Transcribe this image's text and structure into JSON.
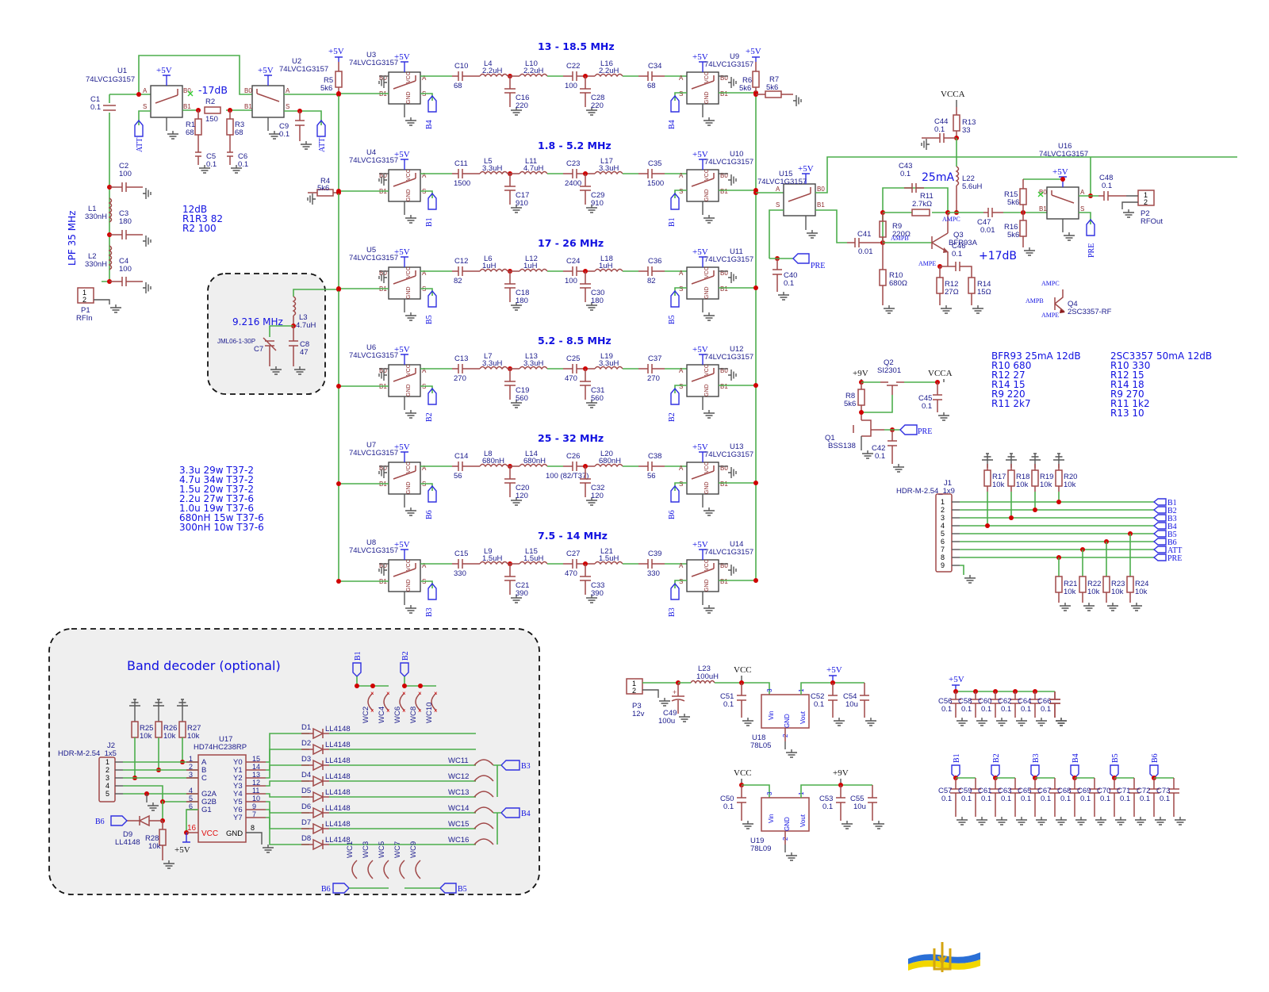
{
  "title_blocks": {
    "lpf_label": "LPF 35 MHz",
    "attenuator_label": "-17dB",
    "att_note": [
      "12dB",
      "R1R3  82",
      "R2     100"
    ],
    "trap_label": "9.216 MHz",
    "amp_current": "25mA",
    "amp_gain": "+17dB",
    "band_decoder_title": "Band decoder (optional)"
  },
  "bands": [
    {
      "label": "13 - 18.5 MHz",
      "in_sw": "U3",
      "out_sw": "U9",
      "ctl": "B4",
      "c_in": [
        "C10",
        "68"
      ],
      "l1": [
        "L4",
        "2.2uH"
      ],
      "c_sh1": [
        "C16",
        "220"
      ],
      "l2": [
        "L10",
        "2.2uH"
      ],
      "c_mid": [
        "C22",
        "100"
      ],
      "c_sh2": [
        "C28",
        "220"
      ],
      "l3": [
        "L16",
        "2.2uH"
      ],
      "c_out": [
        "C34",
        "68"
      ]
    },
    {
      "label": "1.8 - 5.2 MHz",
      "in_sw": "U4",
      "out_sw": "U10",
      "ctl": "B1",
      "c_in": [
        "C11",
        "1500"
      ],
      "l1": [
        "L5",
        "3.3uH"
      ],
      "c_sh1": [
        "C17",
        "910"
      ],
      "l2": [
        "L11",
        "4.7uH"
      ],
      "c_mid": [
        "C23",
        "2400"
      ],
      "c_sh2": [
        "C29",
        "910"
      ],
      "l3": [
        "L17",
        "3.3uH"
      ],
      "c_out": [
        "C35",
        "1500"
      ]
    },
    {
      "label": "17 - 26 MHz",
      "in_sw": "U5",
      "out_sw": "U11",
      "ctl": "B5",
      "c_in": [
        "C12",
        "82"
      ],
      "l1": [
        "L6",
        "1uH"
      ],
      "c_sh1": [
        "C18",
        "180"
      ],
      "l2": [
        "L12",
        "1uH"
      ],
      "c_mid": [
        "C24",
        "100"
      ],
      "c_sh2": [
        "C30",
        "180"
      ],
      "l3": [
        "L18",
        "1uH"
      ],
      "c_out": [
        "C36",
        "82"
      ]
    },
    {
      "label": "5.2 - 8.5 MHz",
      "in_sw": "U6",
      "out_sw": "U12",
      "ctl": "B2",
      "c_in": [
        "C13",
        "270"
      ],
      "l1": [
        "L7",
        "3.3uH"
      ],
      "c_sh1": [
        "C19",
        "560"
      ],
      "l2": [
        "L13",
        "3.3uH"
      ],
      "c_mid": [
        "C25",
        "470"
      ],
      "c_sh2": [
        "C31",
        "560"
      ],
      "l3": [
        "L19",
        "3.3uH"
      ],
      "c_out": [
        "C37",
        "270"
      ]
    },
    {
      "label": "25 - 32 MHz",
      "in_sw": "U7",
      "out_sw": "U13",
      "ctl": "B6",
      "c_in": [
        "C14",
        "56"
      ],
      "l1": [
        "L8",
        "680nH"
      ],
      "c_sh1": [
        "C20",
        "120"
      ],
      "l2": [
        "L14",
        "680nH"
      ],
      "c_mid": [
        "C26",
        "100 (82/T37)"
      ],
      "c_sh2": [
        "C32",
        "120"
      ],
      "l3": [
        "L20",
        "680nH"
      ],
      "c_out": [
        "C38",
        "56"
      ]
    },
    {
      "label": "7.5 - 14 MHz",
      "in_sw": "U8",
      "out_sw": "U14",
      "ctl": "B3",
      "c_in": [
        "C15",
        "330"
      ],
      "l1": [
        "L9",
        "1.5uH"
      ],
      "c_sh1": [
        "C21",
        "390"
      ],
      "l2": [
        "L15",
        "1.5uH"
      ],
      "c_mid": [
        "C27",
        "470"
      ],
      "c_sh2": [
        "C33",
        "390"
      ],
      "l3": [
        "L21",
        "1.5uH"
      ],
      "c_out": [
        "C39",
        "330"
      ]
    }
  ],
  "switch_part": "74LVC1G3157",
  "pins": {
    "a": "A",
    "b0": "B0",
    "b1": "B1",
    "s": "S",
    "vcc": "VCC",
    "gnd": "GND"
  },
  "power": {
    "p5": "+5V",
    "p9": "+9V",
    "vcc": "VCC",
    "vcca": "VCCA"
  },
  "input_section": {
    "u1": "U1",
    "u2": "U2",
    "c1": [
      "C1",
      "0.1"
    ],
    "c2": [
      "C2",
      "100"
    ],
    "c3": [
      "C3",
      "180"
    ],
    "c4": [
      "C4",
      "100"
    ],
    "l1": [
      "L1",
      "330nH"
    ],
    "l2": [
      "L2",
      "330nH"
    ],
    "r1": [
      "R1",
      "68"
    ],
    "r2": [
      "R2",
      "150"
    ],
    "r3": [
      "R3",
      "68"
    ],
    "c5": [
      "C5",
      "0.1"
    ],
    "c6": [
      "C6",
      "0.1"
    ],
    "c9": [
      "C9",
      "0.1"
    ],
    "r4": [
      "R4",
      "5k6"
    ],
    "r5": [
      "R5",
      "5k6"
    ],
    "p1": [
      "P1",
      "RFIn"
    ],
    "att": "ATT"
  },
  "trap": {
    "l3": [
      "L3",
      "4.7uH"
    ],
    "c7": [
      "C7",
      "JML06-1-30P"
    ],
    "c8": [
      "C8",
      "47"
    ]
  },
  "output_section": {
    "r6": [
      "R6",
      "5k6"
    ],
    "r7": [
      "R7",
      "5k6"
    ],
    "u15": "U15",
    "u16": "U16",
    "c40": [
      "C40",
      "0.1"
    ],
    "c41": [
      "C41",
      "0.01"
    ],
    "c43": [
      "C43",
      "0.1"
    ],
    "c44": [
      "C44",
      "0.1"
    ],
    "c46": [
      "C46",
      "0.1"
    ],
    "c47": [
      "C47",
      "0.01"
    ],
    "c48": [
      "C48",
      "0.1"
    ],
    "r9": [
      "R9",
      "220Ω"
    ],
    "r10": [
      "R10",
      "680Ω"
    ],
    "r11": [
      "R11",
      "2.7kΩ"
    ],
    "r12": [
      "R12",
      "27Ω"
    ],
    "r13": [
      "R13",
      "33"
    ],
    "r14": [
      "R14",
      "15Ω"
    ],
    "r15": [
      "R15",
      "5k6"
    ],
    "r16": [
      "R16",
      "5k6"
    ],
    "l22": [
      "L22",
      "5.6uH"
    ],
    "q3": [
      "Q3",
      "BFR93A"
    ],
    "q4": [
      "Q4",
      "2SC3357-RF"
    ],
    "p2": [
      "P2",
      "RFOut"
    ],
    "pre": "PRE",
    "ampb": "AMPB",
    "ampc": "AMPC",
    "ampe": "AMPE"
  },
  "pre_switch": {
    "q1": [
      "Q1",
      "BSS138"
    ],
    "q2": [
      "Q2",
      "SI2301"
    ],
    "r8": [
      "R8",
      "5k6"
    ],
    "c42": [
      "C42",
      "0.1"
    ],
    "c45": [
      "C45",
      "0.1"
    ]
  },
  "bias_tables": [
    {
      "title": "BFR93 25mA 12dB",
      "rows": [
        "R10  680",
        "R12  27",
        "R14  15",
        "R9    220",
        "R11  2k7"
      ]
    },
    {
      "title": "2SC3357 50mA 12dB",
      "rows": [
        "R10  330",
        "R12  15",
        "R14  18",
        "R9    270",
        "R11  1k2",
        "R13  10"
      ]
    }
  ],
  "coil_table": [
    "3.3u 29w T37-2",
    "4.7u 34w T37-2",
    "1.5u 20w T37-2",
    "2.2u 27w T37-6",
    "1.0u 19w T37-6",
    "680nH 15w T37-6",
    "300nH 10w T37-6"
  ],
  "connector_j1": {
    "ref": "J1",
    "part": "HDR-M-2.54_1x9",
    "pins": [
      "1",
      "2",
      "3",
      "4",
      "5",
      "6",
      "7",
      "8",
      "9"
    ],
    "nets": [
      "B1",
      "B2",
      "B3",
      "B4",
      "B5",
      "B6",
      "ATT",
      "PRE"
    ],
    "pullups": [
      [
        "R17",
        "10k"
      ],
      [
        "R18",
        "10k"
      ],
      [
        "R19",
        "10k"
      ],
      [
        "R20",
        "10k"
      ]
    ],
    "pulldowns": [
      [
        "R21",
        "10k"
      ],
      [
        "R22",
        "10k"
      ],
      [
        "R23",
        "10k"
      ],
      [
        "R24",
        "10k"
      ]
    ]
  },
  "decoder": {
    "j2": [
      "J2",
      "HDR-M-2.54_1x5"
    ],
    "j2_pins": [
      "1",
      "2",
      "3",
      "4",
      "5"
    ],
    "u17": [
      "U17",
      "HD74HC238RP"
    ],
    "in_pins": [
      [
        "1",
        "A"
      ],
      [
        "2",
        "B"
      ],
      [
        "3",
        "C"
      ],
      [
        "4",
        "G2A"
      ],
      [
        "5",
        "G2B"
      ],
      [
        "6",
        "G1"
      ]
    ],
    "out_pins": [
      [
        "15",
        "Y0"
      ],
      [
        "14",
        "Y1"
      ],
      [
        "13",
        "Y2"
      ],
      [
        "12",
        "Y3"
      ],
      [
        "11",
        "Y4"
      ],
      [
        "10",
        "Y5"
      ],
      [
        "9",
        "Y6"
      ],
      [
        "7",
        "Y7"
      ]
    ],
    "vcc_pin": [
      "16",
      "VCC"
    ],
    "gnd_pin": [
      "8",
      "GND"
    ],
    "pullups": [
      [
        "R25",
        "10k"
      ],
      [
        "R26",
        "10k"
      ],
      [
        "R27",
        "10k"
      ]
    ],
    "r28": [
      "R28",
      "10k"
    ],
    "d9": [
      "D9",
      "LL4148"
    ],
    "b6": "B6",
    "diodes": [
      "D1",
      "D2",
      "D3",
      "D4",
      "D5",
      "D6",
      "D7",
      "D8"
    ],
    "diode_part": "LL4148",
    "jumpers_top": [
      "WC2",
      "WC4",
      "WC6",
      "WC8",
      "WC10"
    ],
    "jumpers_right": [
      "WC11",
      "WC12",
      "WC13",
      "WC14",
      "WC15",
      "WC16"
    ],
    "jumpers_bottom": [
      "WC1",
      "WC3",
      "WC5",
      "WC7",
      "WC9"
    ],
    "ports": [
      "B1",
      "B2",
      "B3",
      "B4",
      "B5",
      "B6"
    ]
  },
  "supply": {
    "p3": [
      "P3",
      "12v"
    ],
    "l23": [
      "L23",
      "100uH"
    ],
    "c49": [
      "C49",
      "100u"
    ],
    "c51": [
      "C51",
      "0.1"
    ],
    "c52": [
      "C52",
      "0.1"
    ],
    "c54": [
      "C54",
      "10u"
    ],
    "c50": [
      "C50",
      "0.1"
    ],
    "c53": [
      "C53",
      "0.1"
    ],
    "c55": [
      "C55",
      "10u"
    ],
    "u18": [
      "U18",
      "78L05"
    ],
    "u19": [
      "U19",
      "78L09"
    ],
    "vin": "Vin",
    "vout": "Vout",
    "gnd": "GND",
    "pin1": "1",
    "pin2": "2",
    "pin3": "3"
  },
  "decoupling_5v": {
    "caps": [
      "C56",
      "C58",
      "C60",
      "C62",
      "C64",
      "C66"
    ],
    "value": "0.1"
  },
  "decoupling_bands": {
    "ports": [
      "B1",
      "B2",
      "B3",
      "B4",
      "B5",
      "B6"
    ],
    "caps": [
      "C57",
      "C59",
      "C61",
      "C63",
      "C65",
      "C67",
      "C68",
      "C69",
      "C70",
      "C71",
      "C72",
      "C73"
    ],
    "value": "0.1"
  },
  "emblem": "ukraine-trident-emblem"
}
